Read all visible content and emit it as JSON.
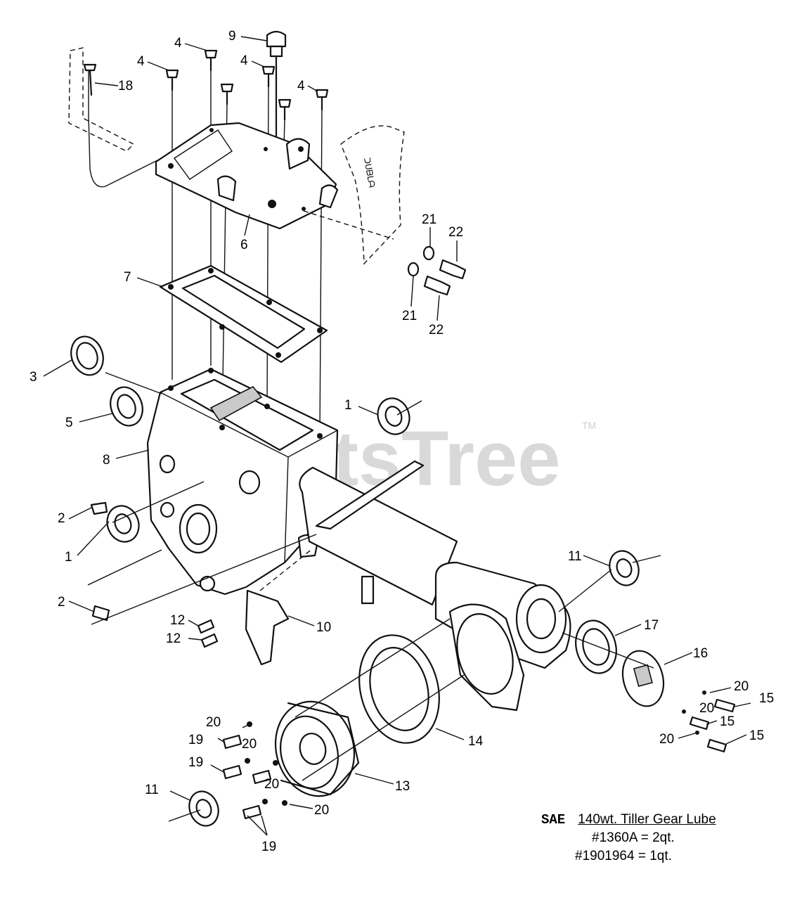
{
  "watermark": {
    "text": "PartsTree",
    "trademark": "TM"
  },
  "note": {
    "prefix": "SAE",
    "lube": "140wt. Tiller Gear Lube",
    "quantity_1": "#1360A = 2qt.",
    "quantity_2": "#1901964 = 1qt."
  },
  "callouts": {
    "c9": "9",
    "c4a": "4",
    "c4b": "4",
    "c4c": "4",
    "c4d": "4",
    "c18": "18",
    "c6": "6",
    "c7": "7",
    "c21a": "21",
    "c22a": "22",
    "c21b": "21",
    "c22b": "22",
    "c3": "3",
    "c5": "5",
    "c8": "8",
    "c1a": "1",
    "c2a": "2",
    "c1b": "1",
    "c2b": "2",
    "c11a": "11",
    "c17": "17",
    "c16": "16",
    "c10": "10",
    "c12a": "12",
    "c12b": "12",
    "c20a": "20",
    "c15a": "15",
    "c20b": "20",
    "c15b": "15",
    "c20c": "20",
    "c15c": "15",
    "c14": "14",
    "c20d": "20",
    "c19a": "19",
    "c20e": "20",
    "c19b": "19",
    "c20f": "20",
    "c13": "13",
    "c11b": "11",
    "c20g": "20",
    "c19c": "19"
  }
}
